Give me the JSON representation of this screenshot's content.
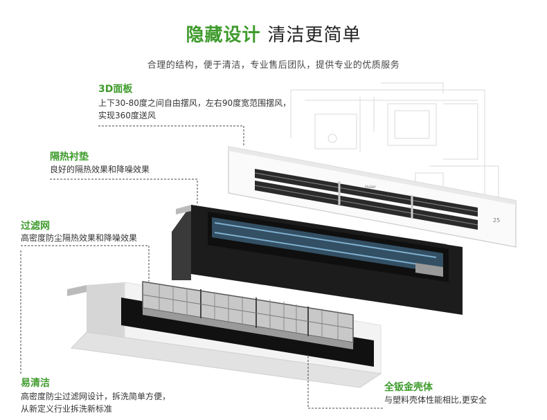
{
  "header": {
    "title_green": "隐藏设计",
    "title_dark": "清洁更简单",
    "subtitle": "合理的结构，便于清洁，专业售后团队，提供专业的优质服务"
  },
  "callouts": {
    "panel_3d": {
      "title": "3D面板",
      "desc_line1": "上下30-80度之间自由摆风，左右90度宽范围摆风，",
      "desc_line2": "实现360度送风"
    },
    "insulation_pad": {
      "title": "隔热衬垫",
      "desc": "良好的隔热效果和降噪效果"
    },
    "filter": {
      "title": "过滤网",
      "desc": "高密度防尘隔热效果和降噪效果"
    },
    "easy_clean": {
      "title": "易清洁",
      "desc_line1": "高密度防尘过滤网设计，拆洗简单方便，",
      "desc_line2": "从新定义行业拆洗新标准"
    },
    "sheet_metal_shell": {
      "title": "全钣金壳体",
      "desc": "与塑料壳体性能相比,更安全"
    }
  },
  "panel": {
    "brand": "Haier",
    "display": "25"
  },
  "colors": {
    "accent_green": "#3f9b2c",
    "unit_black": "#1c1c1c",
    "panel_white": "#fafafa"
  }
}
